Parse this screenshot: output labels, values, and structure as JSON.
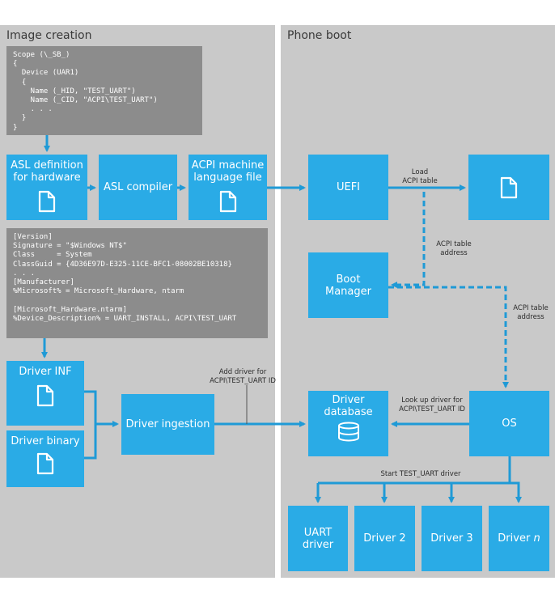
{
  "panels": {
    "left_title": "Image creation",
    "right_title": "Phone boot"
  },
  "code_asl": "Scope (\\_SB_)\n{\n  Device (UAR1)\n  {\n    Name (_HID, \"TEST_UART\")\n    Name (_CID, \"ACPI\\TEST_UART\")\n    . . .\n  }\n}",
  "code_inf": "[Version]\nSignature = \"$Windows NT$\"\nClass     = System\nClassGuid = {4D36E97D-E325-11CE-BFC1-08002BE10318}\n. . .\n[Manufacturer]\n%Microsoft% = Microsoft_Hardware, ntarm\n\n[Microsoft_Hardware.ntarm]\n%Device_Description% = UART_INSTALL, ACPI\\TEST_UART",
  "boxes": {
    "asl_definition": "ASL definition\nfor hardware",
    "asl_compiler": "ASL compiler",
    "acpi_file": "ACPI machine\nlanguage file",
    "uefi": "UEFI",
    "boot_manager": "Boot\nManager",
    "driver_inf": "Driver INF",
    "driver_binary": "Driver binary",
    "driver_ingestion": "Driver ingestion",
    "driver_database": "Driver\ndatabase",
    "os": "OS",
    "uart_driver": "UART\ndriver",
    "driver2": "Driver 2",
    "driver3": "Driver 3",
    "drivern_prefix": "Driver ",
    "drivern_suffix": "n"
  },
  "notes": {
    "load_acpi": "Load\nACPI table",
    "acpi_addr1": "ACPI table\naddress",
    "acpi_addr2": "ACPI table\naddress",
    "add_driver": "Add driver for\nACPI\\TEST_UART ID",
    "lookup_driver": "Look up driver for\nACPI\\TEST_UART ID",
    "start_driver": "Start TEST_UART driver"
  },
  "colors": {
    "box": "#2aabe6",
    "panel": "#c9c9c9",
    "code": "#8c8c8c",
    "line": "#1f9ad6"
  }
}
